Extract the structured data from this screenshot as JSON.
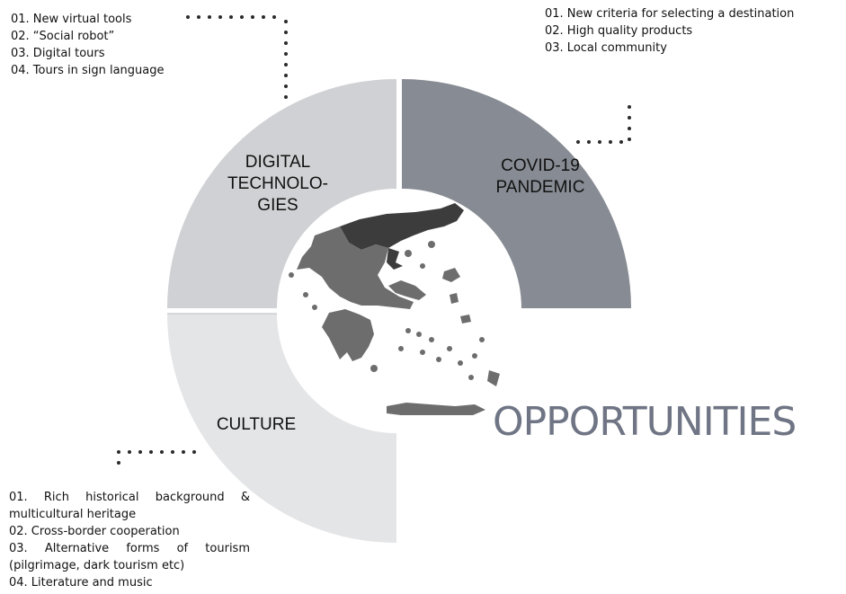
{
  "headline": "OPPORTUNITIES",
  "segments": {
    "digital": {
      "label_lines": [
        "DIGITAL",
        "TECHNOLO-",
        "GIES"
      ],
      "items": [
        "01. New virtual tools",
        "02. “Social robot”",
        "03. Digital tours",
        "04.  Tours in sign language"
      ],
      "color": "#d0d1d4"
    },
    "covid": {
      "label_lines": [
        "COVID-19",
        "PANDEMIC"
      ],
      "items": [
        "01. New criteria for selecting a destination",
        "02. High quality products",
        "03. Local community"
      ],
      "color": "#878b93"
    },
    "culture": {
      "label_lines": [
        "CULTURE"
      ],
      "items": [
        "01.  Rich historical background & multicultural heritage",
        "02. Cross-border cooperation",
        "03.  Alternative forms of tourism (pilgrimage, dark tourism etc)",
        "04. Literature and music"
      ],
      "color": "#e4e5e7"
    }
  },
  "colors": {
    "headline": "#6f7584",
    "map_light_regions": "#6d6d6d",
    "map_dark_regions": "#3c3c3c",
    "dots": "#2a2a2a"
  },
  "icons": [
    "greece-map-icon"
  ]
}
